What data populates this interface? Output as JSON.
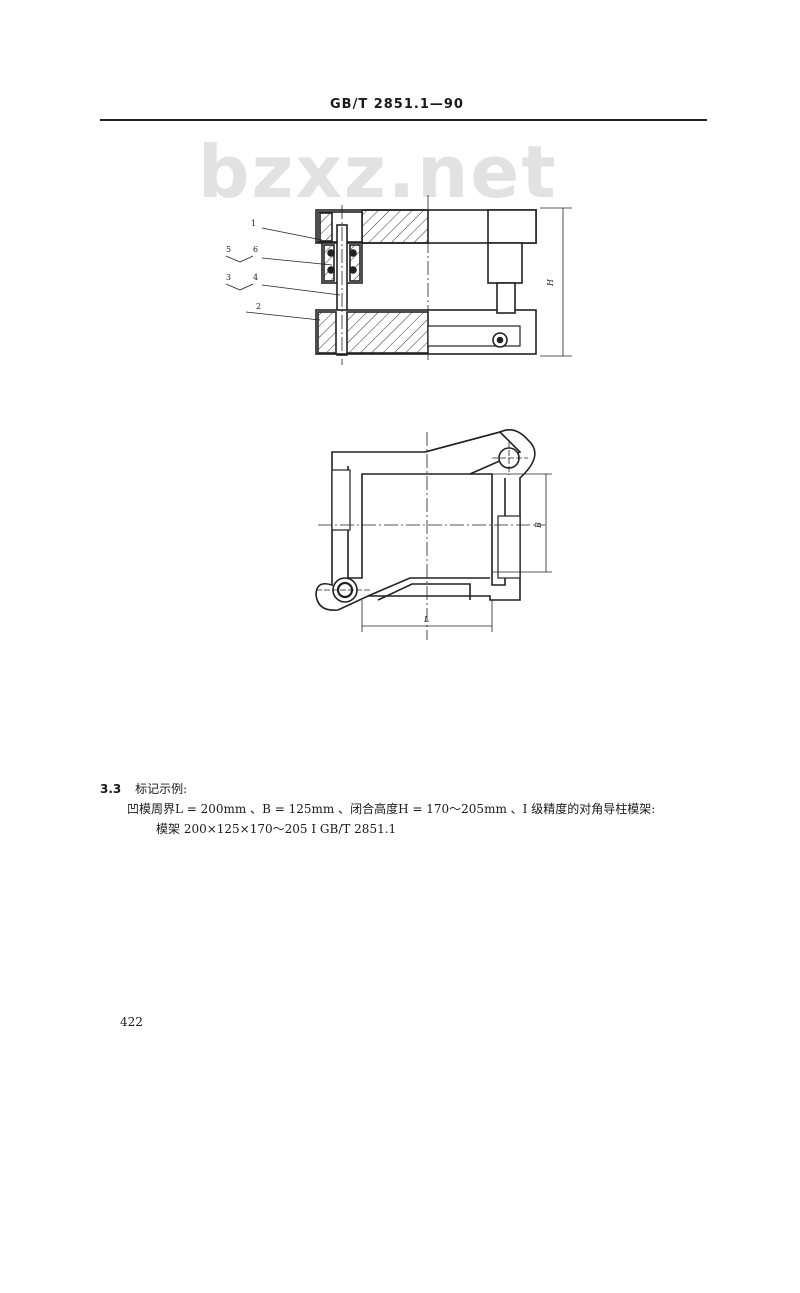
{
  "header": {
    "standard": "GB/T  2851.1—90"
  },
  "watermark": "bzxz.net",
  "figure1": {
    "callouts": [
      "1",
      "5",
      "6",
      "3",
      "4",
      "2"
    ],
    "dimension_label": "H"
  },
  "figure2": {
    "dimension_b": "B",
    "dimension_l": "L"
  },
  "section": {
    "number": "3.3",
    "title": "标记示例:",
    "line1": "凹模周界L = 200mm 、B = 125mm 、闭合高度H = 170～205mm 、I 级精度的对角导柱模架:",
    "line2": "模架   200×125×170～205   I   GB/T  2851.1"
  },
  "page_number": "422"
}
